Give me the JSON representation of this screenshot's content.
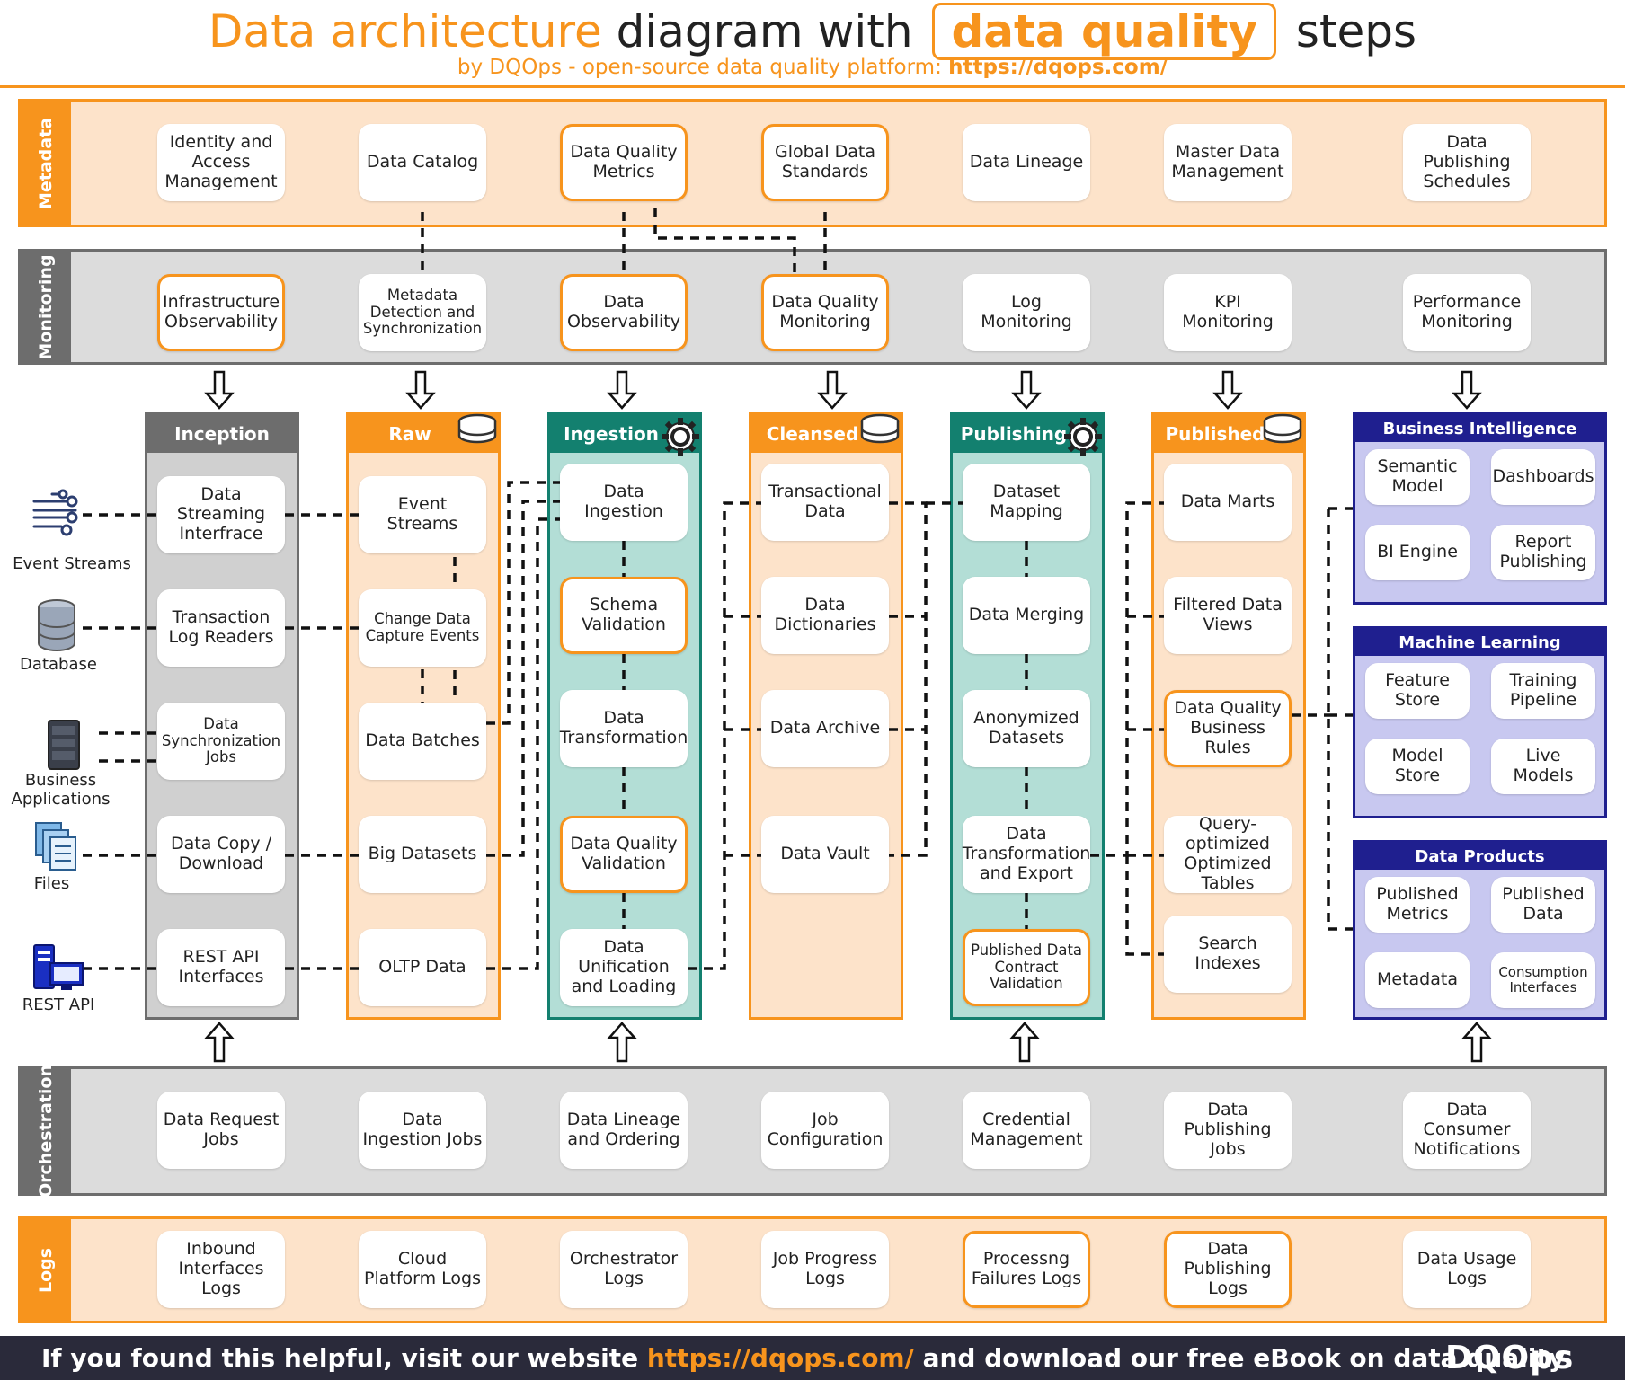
{
  "title": {
    "part1": "Data architecture",
    "part2": "diagram with",
    "part3": "data quality",
    "part4": "steps"
  },
  "subtitle": {
    "prefix": "by DQOps - open-source data quality platform:",
    "link": "https://dqops.com/"
  },
  "bands": {
    "metadata": {
      "label": "Metadata",
      "items": [
        "Identity and Access Management",
        "Data Catalog",
        "Data Quality Metrics",
        "Global Data Standards",
        "Data Lineage",
        "Master Data Management",
        "Data Publishing Schedules"
      ]
    },
    "monitoring": {
      "label": "Monitoring",
      "items": [
        "Infrastructure Observability",
        "Metadata Detection and Synchronization",
        "Data Observability",
        "Data Quality Monitoring",
        "Log Monitoring",
        "KPI Monitoring",
        "Performance Monitoring"
      ]
    },
    "orchestration": {
      "label": "Orchestration",
      "items": [
        "Data Request Jobs",
        "Data Ingestion Jobs",
        "Data Lineage and Ordering",
        "Job Configuration",
        "Credential Management",
        "Data Publishing Jobs",
        "Data Consumer Notifications"
      ]
    },
    "logs": {
      "label": "Logs",
      "items": [
        "Inbound Interfaces Logs",
        "Cloud Platform Logs",
        "Orchestrator Logs",
        "Job Progress Logs",
        "Processng Failures Logs",
        "Data Publishing Logs",
        "Data Usage Logs"
      ]
    }
  },
  "sources": [
    "Event Streams",
    "Database",
    "Business Applications",
    "Files",
    "REST API"
  ],
  "columns": {
    "inception": {
      "title": "Inception",
      "items": [
        "Data Streaming Interfrace",
        "Transaction Log Readers",
        "Data Synchronization Jobs",
        "Data Copy / Download",
        "REST API Interfaces"
      ]
    },
    "raw": {
      "title": "Raw",
      "items": [
        "Event Streams",
        "Change Data Capture Events",
        "Data Batches",
        "Big Datasets",
        "OLTP Data"
      ]
    },
    "ingestion": {
      "title": "Ingestion",
      "items": [
        "Data Ingestion",
        "Schema Validation",
        "Data Transformation",
        "Data Quality Validation",
        "Data Unification and Loading"
      ]
    },
    "cleansed": {
      "title": "Cleansed",
      "items": [
        "Transactional Data",
        "Data Dictionaries",
        "Data Archive",
        "Data Vault"
      ]
    },
    "publishing": {
      "title": "Publishing",
      "items": [
        "Dataset Mapping",
        "Data Merging",
        "Anonymized Datasets",
        "Data Transformation and Export",
        "Published Data Contract Validation"
      ]
    },
    "published": {
      "title": "Published",
      "items": [
        "Data Marts",
        "Filtered Data Views",
        "Data Quality Business Rules",
        "Query-optimized Optimized Tables",
        "Search Indexes"
      ]
    }
  },
  "panels": {
    "bi": {
      "title": "Business Intelligence",
      "items": [
        "Semantic Model",
        "Dashboards",
        "BI Engine",
        "Report Publishing"
      ]
    },
    "ml": {
      "title": "Machine Learning",
      "items": [
        "Feature Store",
        "Training Pipeline",
        "Model Store",
        "Live Models"
      ]
    },
    "dp": {
      "title": "Data Products",
      "items": [
        "Published Metrics",
        "Published Data",
        "Metadata",
        "Consumption Interfaces"
      ]
    }
  },
  "footer": {
    "prefix": "If you found this helpful, visit our website",
    "link": "https://dqops.com/",
    "suffix": "and download our free eBook on data quality",
    "logo": "DQOps"
  },
  "colors": {
    "orange": "#F7941D",
    "orange_light": "#FDE3CA",
    "gray": "#6D6D6D",
    "teal": "#13806F",
    "teal_light": "#B3DED6",
    "navy": "#1F1F8F",
    "lavender": "#C8C8F0"
  }
}
